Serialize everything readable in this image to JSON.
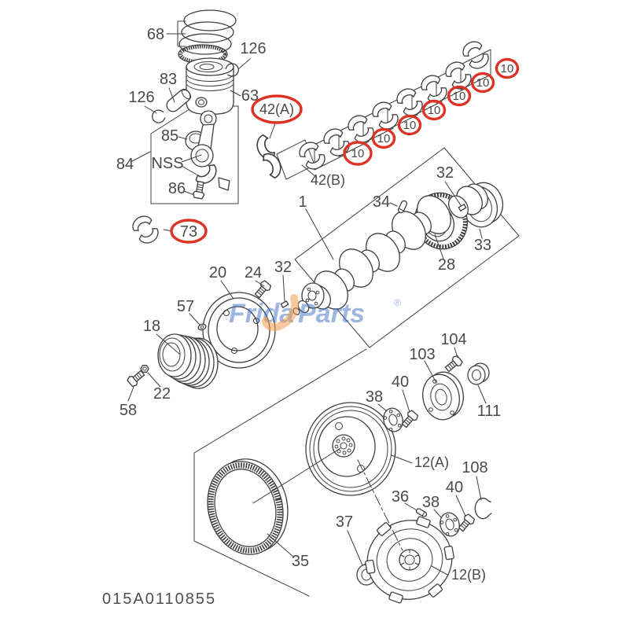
{
  "page": {
    "background": "#ffffff"
  },
  "diagram_code": "015A0110855",
  "highlight_color": "#dd3226",
  "line_color": "#3e3e3e",
  "watermark": {
    "brand_left": "Frida",
    "brand_right": "Parts",
    "registered_mark": "®",
    "blue": "#3e6fc1",
    "orange": "#f09a4a"
  },
  "labels": {
    "pistonRings": "68",
    "circlipTop": "126",
    "pistonPin": "83",
    "circlipLeft": "126",
    "piston": "63",
    "thrustWasherA": "42(A)",
    "rodBushing": "85",
    "rodAssembly": "84",
    "rodNss": "NSS",
    "rodBolt": "86",
    "thrustWasherB": "42(B)",
    "mainBearing": "10",
    "rodBearing": "73",
    "keyRear": "32",
    "pilotRing": "33",
    "crankGear": "28",
    "dowelPin": "34",
    "crankshaft": "1",
    "keyFront": "32",
    "pulley": "20",
    "pulleyBolt": "24",
    "washer": "57",
    "damper": "18",
    "nut": "22",
    "boltFront": "58",
    "retainer": "103",
    "retainerBolt": "104",
    "bearing": "111",
    "plateUpper": "38",
    "boltUpper": "40",
    "flywheel": "12(A)",
    "snapRing": "108",
    "boltLower": "40",
    "pinLower": "36",
    "plateLower": "38",
    "pilotBearing": "37",
    "ringGear": "35",
    "clutch": "12(B)"
  }
}
